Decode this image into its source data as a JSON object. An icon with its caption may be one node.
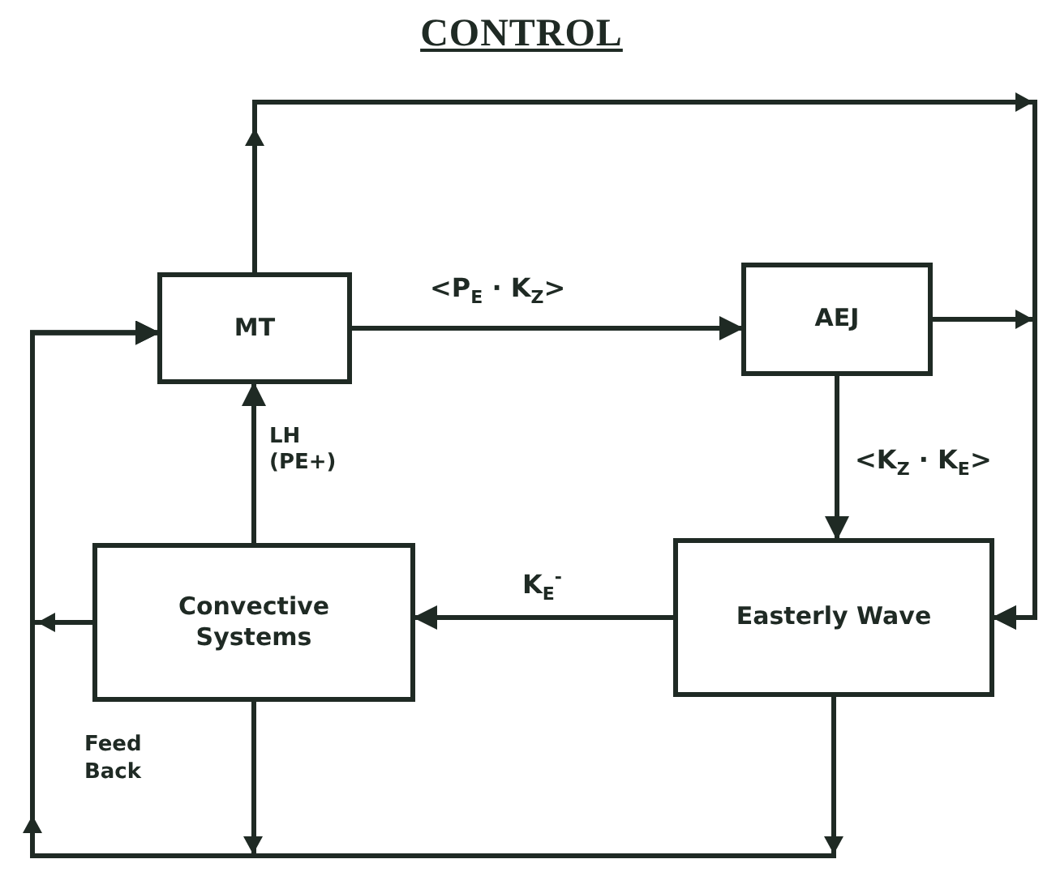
{
  "diagram": {
    "title": "CONTROL",
    "nodes": [
      {
        "text": [
          "MT"
        ]
      },
      {
        "text": [
          "AEJ"
        ]
      },
      {
        "text": [
          "Convective Systems"
        ]
      },
      {
        "text": [
          "Easterly Wave"
        ]
      }
    ],
    "edges": [
      {
        "from": 0,
        "to": 1,
        "arrow": "to",
        "label": "<P$_{E}$ · K$_{Z}$>"
      },
      {
        "from": 1,
        "to": 3,
        "arrow": "to",
        "label": "<K$_{Z}$ · K$_{E}$>"
      },
      {
        "from": 3,
        "to": 2,
        "arrow": "to",
        "label": "K$_{E}$$^{-}$"
      },
      {
        "from": 2,
        "to": 0,
        "arrow": "to",
        "label": "LH (PE+)"
      },
      {
        "from": 0,
        "to": 3,
        "arrow": "to"
      },
      {
        "from": 1,
        "to": 3,
        "arrow": "to"
      },
      {
        "from": 2,
        "to": 0,
        "arrow": "to"
      },
      {
        "from": 2,
        "to": 0,
        "arrow": "to"
      },
      {
        "from": 3,
        "to": 0,
        "arrow": "to"
      }
    ],
    "labels": [
      "Feed Back"
    ]
  }
}
